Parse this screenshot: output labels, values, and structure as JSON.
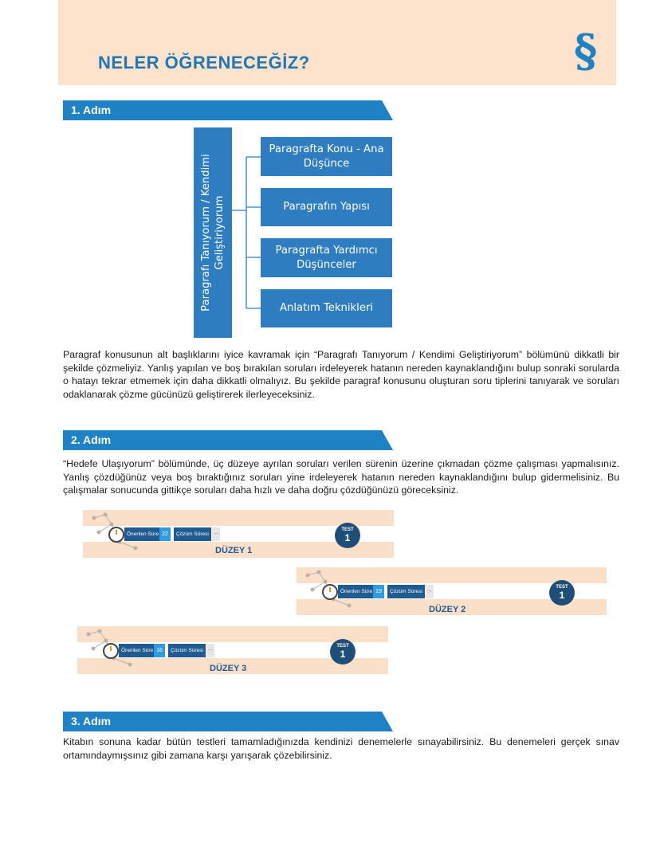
{
  "header": {
    "title": "NELER ÖĞRENECEĞİZ?",
    "symbol": "§",
    "bg_color": "#fde3cc",
    "accent_color": "#1f78b4"
  },
  "step1": {
    "label": "1. Adım",
    "tree": {
      "root": "Paragrafı Tanıyorum / Kendimi Geliştiriyorum",
      "children": [
        "Paragrafta Konu - Ana Düşünce",
        "Paragrafın Yapısı",
        "Paragrafta Yardımcı Düşünceler",
        "Anlatım Teknikleri"
      ]
    },
    "text": "Paragraf konusunun alt başlıklarını iyice kavramak için “Paragrafı Tanıyorum / Kendimi Geliştiriyorum” bölümünü dikkatli bir şekilde çözmeliyiz. Yanlış yapılan ve boş bırakılan soruları irdeleyerek hatanın nereden kaynaklandığını bulup sonraki sorularda o hatayı tekrar etmemek için daha dikkatli olmalıyız. Bu şekilde paragraf konusunu oluşturan soru tiplerini tanıyarak ve soruları odaklanarak çözme gücünüzü geliştirerek ilerleyeceksiniz."
  },
  "step2": {
    "label": "2. Adım",
    "text": "“Hedefe Ulaşıyorum” bölümünde, üç düzeye ayrılan soruları verilen sürenin üzerine çıkmadan çözme çalışması yapmalısınız. Yanlış çözdüğünüz veya boş bıraktığınız soruları yine irdeleyerek hatanın nereden kaynaklandığını bulup gidermelisiniz. Bu çalışmalar sonucunda gittikçe soruları daha hızlı ve daha doğru çözdüğünüzü göreceksiniz.",
    "levels": [
      {
        "level": "DÜZEY 1",
        "suggested_label": "Önerilen Süre",
        "suggested_value": "22",
        "solve_label": "Çözüm Süresi",
        "solve_value": "...",
        "test_label": "TEST",
        "test_number": "1"
      },
      {
        "level": "DÜZEY 2",
        "suggested_label": "Önerilen Süre",
        "suggested_value": "19",
        "solve_label": "Çözüm Süresi",
        "solve_value": "...",
        "test_label": "TEST",
        "test_number": "1"
      },
      {
        "level": "DÜZEY 3",
        "suggested_label": "Önerilen Süre",
        "suggested_value": "16",
        "solve_label": "Çözüm Süresi",
        "solve_value": "...",
        "test_label": "TEST",
        "test_number": "1"
      }
    ]
  },
  "step3": {
    "label": "3. Adım",
    "text": "Kitabın sonuna kadar bütün testleri tamamladığınızda kendinizi denemelerle sınayabilirsiniz. Bu denemeleri gerçek sınav ortamındaymışsınız gibi zamana karşı yarışarak çözebilirsiniz."
  }
}
